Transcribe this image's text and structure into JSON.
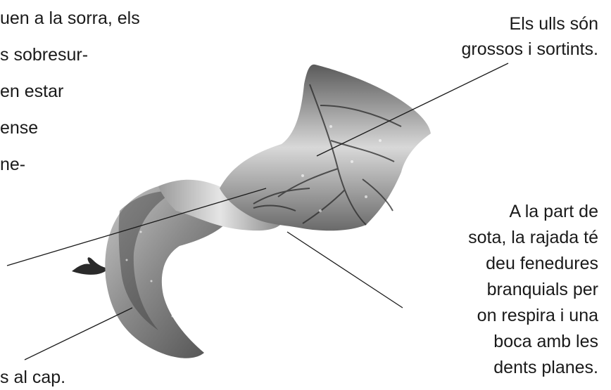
{
  "left_text_lines": [
    "uen a la sorra, els",
    "s  sobresur-",
    "en estar",
    "ense",
    "ne-"
  ],
  "caption_top_right": [
    "Els ulls són",
    "grossos i sortints."
  ],
  "caption_right": [
    "A la part de",
    "sota, la rajada té",
    "deu fenedures",
    "branquials per",
    "on respira i una",
    "boca amb les",
    "dents planes."
  ],
  "caption_bottom_left": "s al cap.",
  "colors": {
    "line": "#1a1a1a",
    "text": "#1a1a1a",
    "background": "#ffffff"
  }
}
